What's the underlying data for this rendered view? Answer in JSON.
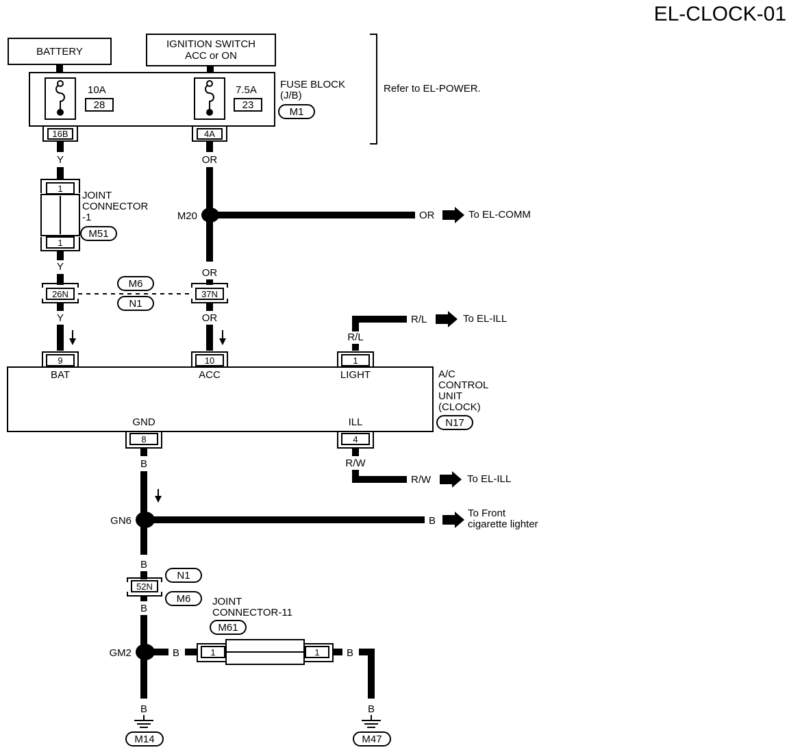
{
  "title": "EL-CLOCK-01",
  "sources": {
    "battery": "BATTERY",
    "ignition_line1": "IGNITION SWITCH",
    "ignition_line2": "ACC or ON"
  },
  "fuse_block": {
    "label_line1": "FUSE BLOCK",
    "label_line2": "(J/B)",
    "connector": "M1",
    "refer": "Refer to EL-POWER.",
    "fuse_left_rating": "10A",
    "fuse_left_number": "28",
    "fuse_right_rating": "7.5A",
    "fuse_right_number": "23",
    "pin_left": "16B",
    "pin_right": "4A"
  },
  "joint_connector_1": {
    "label_line1": "JOINT",
    "label_line2": "CONNECTOR",
    "label_line3": "-1",
    "connector": "M51",
    "pin_top": "1",
    "pin_bottom": "1"
  },
  "wire_colors": {
    "y1": "Y",
    "y2": "Y",
    "y3": "Y",
    "or1": "OR",
    "or2": "OR",
    "or3": "OR",
    "or4": "OR",
    "rl1": "R/L",
    "rl2": "R/L",
    "rw1": "R/W",
    "rw2": "R/W",
    "b1": "B",
    "b2": "B",
    "b3": "B",
    "b4": "B",
    "b5": "B",
    "b6": "B",
    "b7": "B"
  },
  "splices": {
    "m20": "M20",
    "gn6": "GN6",
    "gm2": "GM2"
  },
  "destinations": {
    "el_comm": "To EL-COMM",
    "el_ill_1": "To EL-ILL",
    "el_ill_2": "To EL-ILL",
    "lighter_line1": "To Front",
    "lighter_line2": "cigarette lighter"
  },
  "harness_connector_1": {
    "tag_top": "M6",
    "tag_bottom": "N1",
    "pin_left": "26N",
    "pin_right": "37N"
  },
  "control_unit": {
    "label_line1": "A/C",
    "label_line2": "CONTROL",
    "label_line3": "UNIT",
    "label_line4": "(CLOCK)",
    "connector": "N17",
    "pin_bat": "9",
    "pin_acc": "10",
    "pin_light": "1",
    "pin_gnd": "8",
    "pin_ill": "4",
    "term_bat": "BAT",
    "term_acc": "ACC",
    "term_light": "LIGHT",
    "term_gnd": "GND",
    "term_ill": "ILL"
  },
  "harness_connector_2": {
    "tag_top": "N1",
    "tag_bottom": "M6",
    "pin": "52N"
  },
  "joint_connector_11": {
    "label_line1": "JOINT",
    "label_line2": "CONNECTOR-11",
    "connector": "M61",
    "pin_left": "1",
    "pin_right": "1"
  },
  "grounds": {
    "left": "M14",
    "right": "M47"
  }
}
